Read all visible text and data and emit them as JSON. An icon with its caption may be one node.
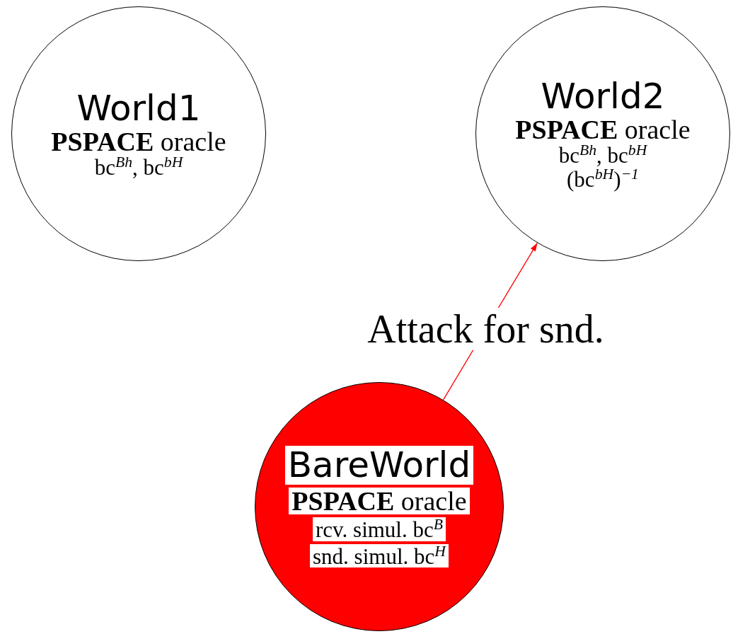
{
  "diagram": {
    "nodes": [
      {
        "text": [
          "World1",
          "**PSPACE** oracle",
          "bc$^{Bh}$, bc$^{bH}$"
        ]
      },
      {
        "text": [
          "World2",
          "**PSPACE** oracle",
          "bc$^{Bh}$, bc$^{bH}$",
          "(bc$^{bH}$)$^{−1}$"
        ]
      },
      {
        "text": [
          "BareWorld",
          "**PSPACE** oracle",
          "rcv. simul. bc$^{B}$",
          "snd. simul. bc$^{H}$"
        ]
      }
    ],
    "edges": [
      {
        "from": 2,
        "to": 1,
        "arrow": "to",
        "label": "Attack for snd.",
        "color": "#ff0000"
      }
    ]
  }
}
